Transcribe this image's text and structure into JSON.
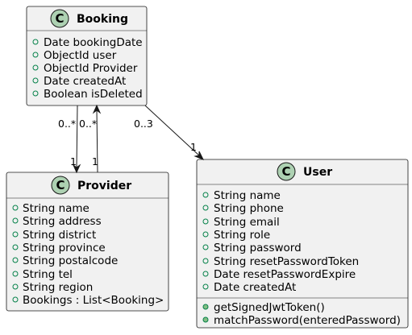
{
  "classes": {
    "booking": {
      "letter": "C",
      "name": "Booking",
      "attributes": [
        "Date bookingDate",
        "ObjectId user",
        "ObjectId Provider",
        "Date createdAt",
        "Boolean isDeleted"
      ]
    },
    "provider": {
      "letter": "C",
      "name": "Provider",
      "attributes": [
        "String name",
        "String address",
        "String district",
        "String province",
        "String postalcode",
        "String tel",
        "String region",
        "Bookings : List<Booking>"
      ]
    },
    "user": {
      "letter": "C",
      "name": "User",
      "attributes": [
        "String name",
        "String phone",
        "String email",
        "String role",
        "String password",
        "String resetPasswordToken",
        "Date resetPasswordExpire",
        "Date createdAt"
      ],
      "methods": [
        "getSignedJwtToken()",
        "matchPassword(enteredPassword)"
      ]
    }
  },
  "multiplicities": {
    "booking_to_provider_source": "0..*",
    "booking_to_provider_target": "1",
    "provider_to_booking_source": "1",
    "provider_to_booking_target": "0..*",
    "booking_to_user_source": "0..3",
    "booking_to_user_target": "1"
  },
  "colors": {
    "class_fill": "#f1f1f1",
    "class_border": "#181818",
    "class_icon": "#add1b2",
    "visibility_public": "#038048"
  }
}
